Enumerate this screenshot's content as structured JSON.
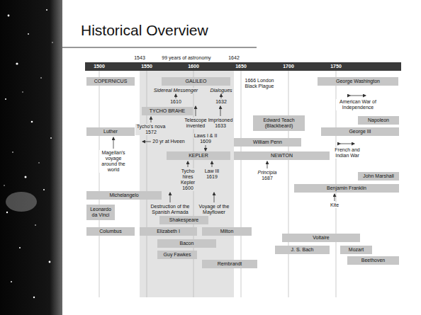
{
  "diagram": {
    "title": "Historical Overview",
    "nodes": [
      {
        "text": [
          "COPERNICUS"
        ]
      },
      {
        "text": [
          "GALILEO"
        ]
      },
      {
        "text": [
          "George Washington"
        ]
      },
      {
        "text": [
          "TYCHO BRAHE"
        ]
      },
      {
        "text": [
          "Edward Teach (Blackbeard)"
        ]
      },
      {
        "text": [
          "Napoleon"
        ]
      },
      {
        "text": [
          "Luther"
        ]
      },
      {
        "text": [
          "George III"
        ]
      },
      {
        "text": [
          "William Penn"
        ]
      },
      {
        "text": [
          "KEPLER"
        ]
      },
      {
        "text": [
          "NEWTON"
        ]
      },
      {
        "text": [
          "John Marshall"
        ]
      },
      {
        "text": [
          "Benjamin Franklin"
        ]
      },
      {
        "text": [
          "Michelangelo"
        ]
      },
      {
        "text": [
          "Leonardo da Vinci"
        ]
      },
      {
        "text": [
          "Shakespeare"
        ]
      },
      {
        "text": [
          "Columbus"
        ]
      },
      {
        "text": [
          "Elizabeth I"
        ]
      },
      {
        "text": [
          "Milton"
        ]
      },
      {
        "text": [
          "Voltaire"
        ]
      },
      {
        "text": [
          "Bacon"
        ]
      },
      {
        "text": [
          "J. S. Bach"
        ]
      },
      {
        "text": [
          "Mozart"
        ]
      },
      {
        "text": [
          "Guy Fawkes"
        ]
      },
      {
        "text": [
          "Beethoven"
        ]
      },
      {
        "text": [
          "Rembrandt"
        ]
      }
    ],
    "labels": [
      "1543",
      "99 years of astronomy",
      "1642",
      "1500",
      "1550",
      "1600",
      "1650",
      "1700",
      "1750",
      "Sidereal Messenger",
      "1610",
      "Dialogues",
      "1632",
      "1666 London Black Plague",
      "American War of Independence",
      "Telescope invented",
      "Imprisoned 1633",
      "Tycho's nova 1572",
      "20 yr at Hveen",
      "Laws I & II",
      "1609",
      "Magellan's voyage around the world",
      "French and Indian War",
      "Tycho hires Kepler 1600",
      "Law III",
      "1619",
      "Principia",
      "1687",
      "Kite",
      "Destruction of the Spanish Armada",
      "Voyage of the Mayflower"
    ]
  }
}
